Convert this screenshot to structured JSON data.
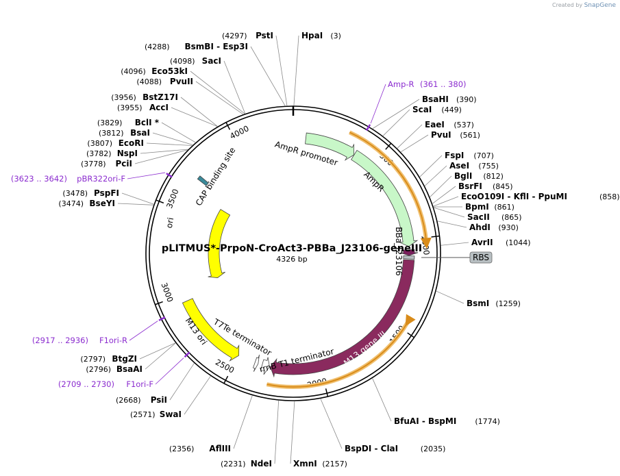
{
  "credit": {
    "prefix": "Created by",
    "brand": "SnapGene"
  },
  "plasmid": {
    "name": "pLITMUS*-PrpoN-CroAct3-PBBa_J23106-geneIII",
    "length": 4326,
    "length_label": "4326 bp"
  },
  "ticks": [
    {
      "bp": 500,
      "label": "500"
    },
    {
      "bp": 1000,
      "label": "1000"
    },
    {
      "bp": 1500,
      "label": "1500"
    },
    {
      "bp": 2000,
      "label": "2000"
    },
    {
      "bp": 2500,
      "label": "2500"
    },
    {
      "bp": 3000,
      "label": "3000"
    },
    {
      "bp": 3500,
      "label": "3500"
    },
    {
      "bp": 4000,
      "label": "4000"
    }
  ],
  "features": [
    {
      "name": "AmpR promoter",
      "start": 75,
      "end": 380,
      "color": "#c8f7c8",
      "dir": 1
    },
    {
      "name": "AmpR",
      "start": 381,
      "end": 1040,
      "color": "#c8f7c8",
      "dir": 1
    },
    {
      "name": "BBa_J23106",
      "start": 1060,
      "end": 1094,
      "color": "#7a1f5c",
      "dir": 1
    },
    {
      "name": "RBS",
      "start": 1096,
      "end": 1114,
      "color": "#b8bfc2",
      "dir": 0
    },
    {
      "name": "M13 gene III",
      "start": 1120,
      "end": 2300,
      "color": "#8a2a5e",
      "dir": 1
    },
    {
      "name": "rrnB T1 terminator",
      "start": 2305,
      "end": 2350,
      "color": "#ffffff",
      "dir": -1
    },
    {
      "name": "T7Te terminator",
      "start": 2375,
      "end": 2395,
      "color": "#ffffff",
      "dir": -1
    },
    {
      "name": "M13 ori",
      "start": 2500,
      "end": 2955,
      "color": "#ffff00",
      "dir": -1
    },
    {
      "name": "ori",
      "start": 3030,
      "end": 3620,
      "color": "#ffff00",
      "dir": -1
    },
    {
      "name": "CAP binding site",
      "start": 3700,
      "end": 3722,
      "color": "#3a8a9a",
      "dir": 0
    }
  ],
  "orf_arcs": [
    {
      "start": 300,
      "end": 1030,
      "dir": 1
    },
    {
      "start": 1450,
      "end": 2300,
      "dir": -1
    }
  ],
  "primers": [
    {
      "name": "Amp-R",
      "range": "(361 .. 380)",
      "pos": 370
    },
    {
      "name": "pBR322ori-F",
      "range": "(3623 .. 3642)",
      "pos": 3632
    },
    {
      "name": "F1ori-R",
      "range": "(2917 .. 2936)",
      "pos": 2926
    },
    {
      "name": "F1ori-F",
      "range": "(2709 .. 2730)",
      "pos": 2720
    }
  ],
  "sites_right": [
    {
      "name": "HpaI",
      "pos_label": "(3)",
      "bp": 3
    },
    {
      "name": "BsaHI",
      "pos_label": "(390)",
      "bp": 390
    },
    {
      "name": "ScaI",
      "pos_label": "(449)",
      "bp": 449
    },
    {
      "name": "EaeI",
      "pos_label": "(537)",
      "bp": 537
    },
    {
      "name": "PvuI",
      "pos_label": "(561)",
      "bp": 561
    },
    {
      "name": "FspI",
      "pos_label": "(707)",
      "bp": 707
    },
    {
      "name": "AseI",
      "pos_label": "(755)",
      "bp": 755
    },
    {
      "name": "BglI",
      "pos_label": "(812)",
      "bp": 812
    },
    {
      "name": "BsrFI",
      "pos_label": "(845)",
      "bp": 845
    },
    {
      "name": "EcoO109I  - KflI  - PpuMI",
      "pos_label": "(858)",
      "bp": 858
    },
    {
      "name": "BpmI",
      "pos_label": "(861)",
      "bp": 861
    },
    {
      "name": "SacII",
      "pos_label": "(865)",
      "bp": 865
    },
    {
      "name": "AhdI",
      "pos_label": "(930)",
      "bp": 930
    },
    {
      "name": "AvrII",
      "pos_label": "(1044)",
      "bp": 1044
    },
    {
      "name": "BsmI",
      "pos_label": "(1259)",
      "bp": 1259
    },
    {
      "name": "BfuAI  - BspMI",
      "pos_label": "(1774)",
      "bp": 1774
    },
    {
      "name": "BspDI  - ClaI",
      "pos_label": "(2035)",
      "bp": 2035
    },
    {
      "name": "XmnI",
      "pos_label": "(2157)",
      "bp": 2157
    }
  ],
  "sites_left": [
    {
      "name": "PstI",
      "pos_label": "(4297)",
      "bp": 4297
    },
    {
      "name": "BsmBI  - Esp3I",
      "pos_label": "(4288)",
      "bp": 4288
    },
    {
      "name": "SacI",
      "pos_label": "(4098)",
      "bp": 4098
    },
    {
      "name": "Eco53kI",
      "pos_label": "(4096)",
      "bp": 4096
    },
    {
      "name": "PvuII",
      "pos_label": "(4088)",
      "bp": 4088
    },
    {
      "name": "BstZ17I",
      "pos_label": "(3956)",
      "bp": 3956
    },
    {
      "name": "AccI",
      "pos_label": "(3955)",
      "bp": 3955
    },
    {
      "name": "BclI *",
      "pos_label": "(3829)",
      "bp": 3829
    },
    {
      "name": "BsaI",
      "pos_label": "(3812)",
      "bp": 3812
    },
    {
      "name": "EcoRI",
      "pos_label": "(3807)",
      "bp": 3807
    },
    {
      "name": "NspI",
      "pos_label": "(3782)",
      "bp": 3782
    },
    {
      "name": "PciI",
      "pos_label": "(3778)",
      "bp": 3778
    },
    {
      "name": "PspFI",
      "pos_label": "(3478)",
      "bp": 3478
    },
    {
      "name": "BseYI",
      "pos_label": "(3474)",
      "bp": 3474
    },
    {
      "name": "BtgZI",
      "pos_label": "(2797)",
      "bp": 2797
    },
    {
      "name": "BsaAI",
      "pos_label": "(2796)",
      "bp": 2796
    },
    {
      "name": "PsiI",
      "pos_label": "(2668)",
      "bp": 2668
    },
    {
      "name": "SwaI",
      "pos_label": "(2571)",
      "bp": 2571
    },
    {
      "name": "AflIII",
      "pos_label": "(2356)",
      "bp": 2356
    },
    {
      "name": "NdeI",
      "pos_label": "(2231)",
      "bp": 2231
    }
  ]
}
